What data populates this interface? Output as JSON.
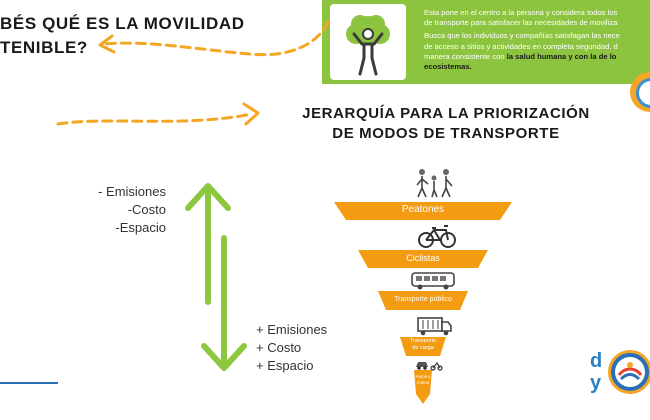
{
  "header": {
    "title_line1": "BÉS QUÉ ES LA MOVILIDAD",
    "title_line2": "TENIBLE?"
  },
  "info_panel": {
    "line1": "Esta pone en el centro a la persona y considera todos los",
    "line2": "de transporte para satisfacer las necesidades de moviliza",
    "line3": "Busca que los individuos y compañías satisfagan las nece",
    "line4": "de acceso a sitios y actividades en completa seguridad, d",
    "line5_plain": "manera consistente con ",
    "line5_bold": "la salud humana y con la de lo",
    "line6_bold": "ecosistemas.",
    "icon": "tree-person-icon"
  },
  "hierarchy": {
    "title_line1": "JERARQUÍA PARA LA PRIORIZACIÓN",
    "title_line2": "DE MODOS DE TRANSPORTE",
    "levels": [
      {
        "label": "Peatones",
        "icon": "pedestrians-icon"
      },
      {
        "label": "Ciclistas",
        "icon": "bicycle-icon"
      },
      {
        "label": "Transporte público",
        "icon": "bus-icon"
      },
      {
        "label_line1": "Transporte",
        "label_line2": "de carga",
        "icon": "truck-icon"
      },
      {
        "label_line1": "Autos y",
        "label_line2": "motos",
        "icon": "car-moto-icon"
      }
    ]
  },
  "labels_minus": {
    "line1": "- Emisiones",
    "line2": "-Costo",
    "line3": "-Espacio"
  },
  "labels_plus": {
    "line1": "+ Emisiones",
    "line2": "+ Costo",
    "line3": "+ Espacio"
  },
  "logos": {
    "letter_top": "d",
    "letter_bottom": "y"
  },
  "colors": {
    "green": "#8cc43f",
    "orange": "#f39c12",
    "arrow_green": "#8dc63f",
    "dash_orange": "#f5a623"
  }
}
